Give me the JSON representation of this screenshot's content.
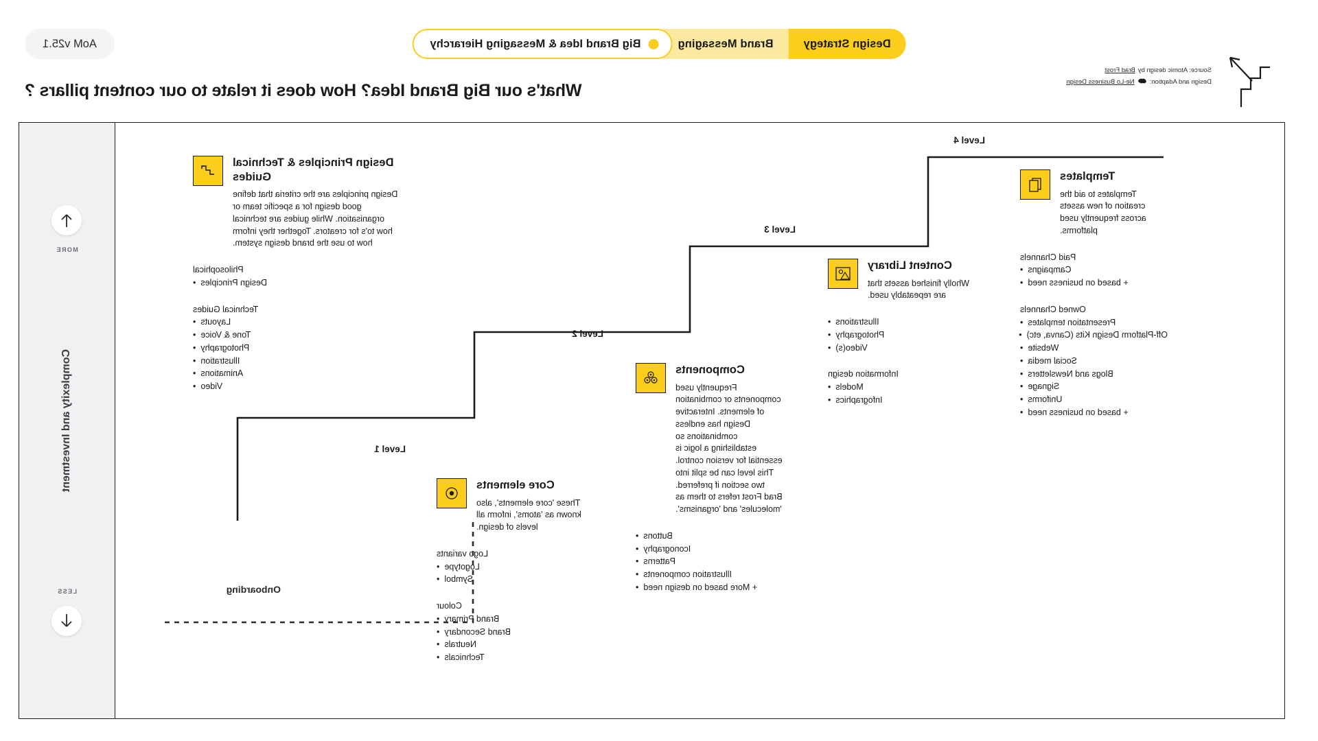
{
  "header": {
    "tabs": [
      {
        "label": "Design Strategy",
        "state": "active-solid"
      },
      {
        "label": "Brand Messaging",
        "state": "active-light"
      },
      {
        "label": "Big Brand Idea & Messaging Hierarchy",
        "state": "current-outline"
      }
    ],
    "version": "AoM v25.1",
    "headline": "What's our Big Brand Idea? How does it relate to our content pillars ?"
  },
  "credits": {
    "source_prefix": "Source: Atomic design by ",
    "source_link": "Brad Frost",
    "adaption_prefix": "Design and Adaption: ",
    "adaption_link": "Ne-Lo Business Design",
    "adaption_icon": "bull-icon"
  },
  "rail": {
    "top_caption": "MORE",
    "bottom_caption": "LESS",
    "axis_label": "Complexity and Investment",
    "up_icon": "arrow-up-icon",
    "down_icon": "arrow-down-icon"
  },
  "onboarding": {
    "label": "Onboarding"
  },
  "levels": [
    {
      "tag": "Level 4",
      "title": "Templates",
      "icon": "template-icon",
      "description": "Templates to aid the creation of new assets across frequently used platforms.",
      "groups": [
        {
          "head": "Paid Channels",
          "items": [
            "Campaigns",
            "+ based on business need"
          ]
        },
        {
          "head": "Owned Channels",
          "items": [
            "Presentation templates",
            "Off-Platform Design Kits (Canva, etc)",
            "Website",
            "Social media",
            "Blogs and Newsletters",
            "Signage",
            "Uniforms",
            "+ based on business need"
          ]
        }
      ]
    },
    {
      "tag": "Level 3",
      "title": "Content Library",
      "icon": "image-icon",
      "description": "Wholly finished assets that are repeatably used.",
      "groups": [
        {
          "head": "",
          "items": [
            "Illustrations",
            "Photography",
            "Video(s)"
          ]
        },
        {
          "head": "Information design",
          "items": [
            "Models",
            "Infographics"
          ]
        }
      ]
    },
    {
      "tag": "Level 2",
      "title": "Components",
      "icon": "molecule-icon",
      "description": "Frequently used components or combination of elements. Interactive Design has endless combinations so establishing a logic is essential for version control. This level can be split into two section if preferred. Brad Frost refers to them as 'molecules' and 'organisms'.",
      "groups": [
        {
          "head": "",
          "items": [
            "Buttons",
            "Iconography",
            "Patterns",
            "Illustration components",
            "+ More based on design need"
          ]
        }
      ]
    },
    {
      "tag": "Level 1",
      "title": "Core elements",
      "icon": "atom-icon",
      "description": "These 'core elements', also known as 'atoms', inform all levels of design.",
      "groups": [
        {
          "head": "Logo variants",
          "items": [
            "Logotype",
            "Symbol"
          ]
        },
        {
          "head": "Colour",
          "items": [
            "Brand Primary",
            "Brand Secondary",
            "Neutrals",
            "Technicals"
          ]
        }
      ]
    }
  ],
  "principles": {
    "title": "Design Principles & Technical Guides",
    "icon": "guide-icon",
    "description": "Design principles are the criteria that define good design for a specific team or organisation. While guides are technical how to's for creators. Together they inform how to use the brand design system.",
    "groups": [
      {
        "head": "Philosophical",
        "items": [
          "Design Principles"
        ]
      },
      {
        "head": "Technical Guides",
        "items": [
          "Layouts",
          "Tone & Voice",
          "Photography",
          "Illustration",
          "Animations",
          "Video"
        ]
      }
    ]
  },
  "colors": {
    "brand_yellow": "#FCCE1B",
    "brand_yellow_light": "#FCE9A0",
    "panel_grey": "#F1F1F3",
    "ink": "#1a1a1a"
  }
}
